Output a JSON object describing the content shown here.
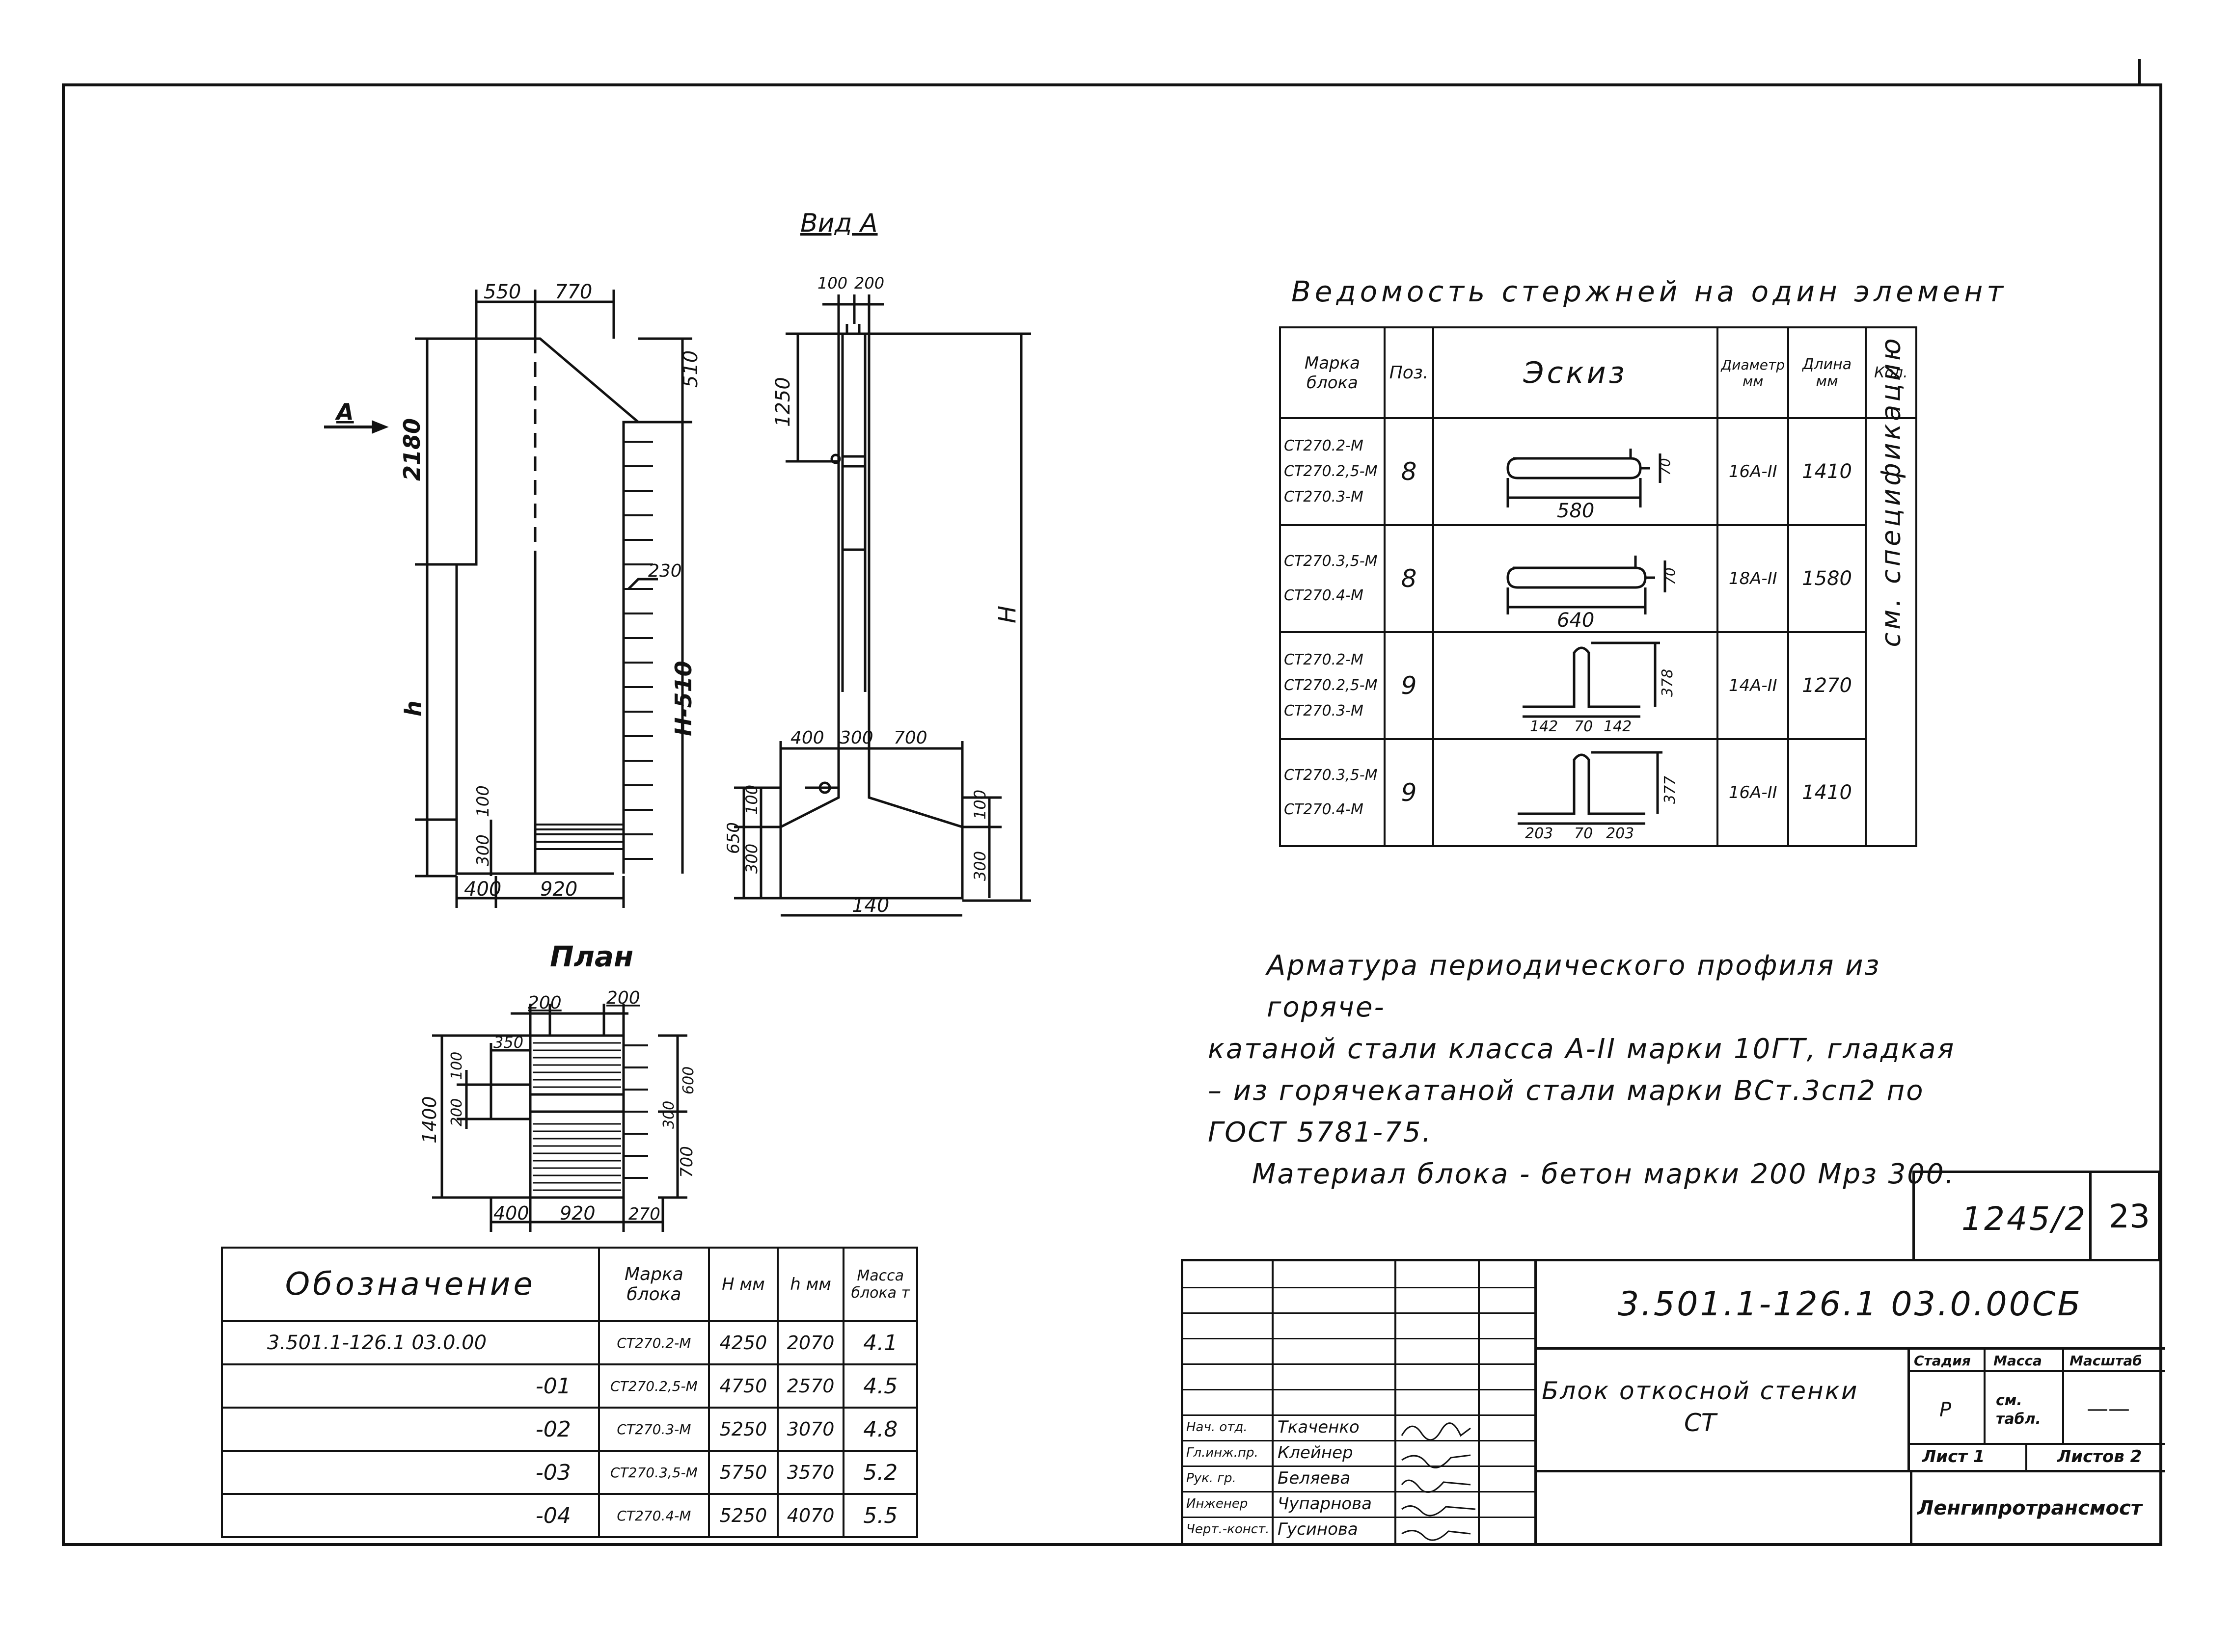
{
  "page_no": "23",
  "archive_no": "1245/2",
  "drawings": {
    "side": {
      "dims": {
        "d550": "550",
        "d770": "770",
        "d510": "510",
        "d2180": "2180",
        "dh": "h",
        "dh510": "H-510",
        "d100": "100",
        "d300": "300",
        "d400": "400",
        "d920": "920",
        "d230": "230"
      },
      "arrow_label": "A"
    },
    "view_a": {
      "title": "Вид А",
      "dims": {
        "d100": "100",
        "d200": "200",
        "d1250": "1250",
        "dH": "H",
        "d400": "400",
        "d300a": "300",
        "d700": "700",
        "d650": "650",
        "d100a": "100",
        "d300b": "300",
        "d100b": "100",
        "d300c": "300",
        "d140": "140"
      }
    },
    "plan": {
      "title": "План",
      "dims": {
        "d200a": "200",
        "d200b": "200",
        "d350": "350",
        "d1400": "1400",
        "d100": "100",
        "d200c": "200",
        "d300": "300",
        "d600": "600",
        "d700": "700",
        "d400": "400",
        "d920": "920",
        "d270": "270"
      }
    }
  },
  "rebar_schedule": {
    "title": "Ведомость стержней на один элемент",
    "headers": {
      "mark": "Марка блока",
      "pos": "Поз.",
      "sketch": "Эскиз",
      "diam": "Диаметр мм",
      "len": "Длина мм",
      "qty": "Кол."
    },
    "qty_note": "см. спецификацию",
    "rows": [
      {
        "marks": [
          "СТ270.2-М",
          "СТ270.2,5-М",
          "СТ270.3-М"
        ],
        "pos": "8",
        "diam": "16А-II",
        "len": "1410",
        "sketch_dims": [
          "580",
          "70"
        ]
      },
      {
        "marks": [
          "СТ270.3,5-М",
          "СТ270.4-М"
        ],
        "pos": "8",
        "diam": "18А-II",
        "len": "1580",
        "sketch_dims": [
          "640",
          "70"
        ]
      },
      {
        "marks": [
          "СТ270.2-М",
          "СТ270.2,5-М",
          "СТ270.3-М"
        ],
        "pos": "9",
        "diam": "14А-II",
        "len": "1270",
        "sketch_dims": [
          "142",
          "70",
          "142",
          "378"
        ]
      },
      {
        "marks": [
          "СТ270.3,5-М",
          "СТ270.4-М"
        ],
        "pos": "9",
        "diam": "16А-II",
        "len": "1410",
        "sketch_dims": [
          "203",
          "70",
          "203",
          "377"
        ]
      }
    ]
  },
  "notes": [
    "Арматура периодического профиля из горяче-",
    "катаной стали класса А-II марки 10ГТ, гладкая",
    "– из горячекатаной стали марки ВСт.3сп2 по",
    "ГОСТ 5781-75.",
    "Материал блока - бетон марки 200 Мрз 300."
  ],
  "designation_table": {
    "headers": {
      "designation": "Обозначение",
      "mark": "Марка блока",
      "H": "H мм",
      "h": "h мм",
      "mass": "Масса блока т"
    },
    "rows": [
      {
        "designation": "3.501.1-126.1  03.0.00",
        "mark": "СТ270.2-М",
        "H": "4250",
        "h": "2070",
        "mass": "4.1"
      },
      {
        "designation": "-01",
        "mark": "СТ270.2,5-М",
        "H": "4750",
        "h": "2570",
        "mass": "4.5"
      },
      {
        "designation": "-02",
        "mark": "СТ270.3-М",
        "H": "5250",
        "h": "3070",
        "mass": "4.8"
      },
      {
        "designation": "-03",
        "mark": "СТ270.3,5-М",
        "H": "5750",
        "h": "3570",
        "mass": "5.2"
      },
      {
        "designation": "-04",
        "mark": "СТ270.4-М",
        "H": "5250",
        "h": "4070",
        "mass": "5.5"
      }
    ]
  },
  "title_block": {
    "code": "3.501.1-126.1  03.0.00СБ",
    "name_line1": "Блок откосной стенки",
    "name_line2": "СТ",
    "stage_label": "Стадия",
    "mass_label": "Масса",
    "scale_label": "Масштаб",
    "stage": "Р",
    "mass": "см. табл.",
    "scale": "——",
    "sheet": "Лист 1",
    "sheets": "Листов 2",
    "org": "Ленгипротрансмост",
    "staff": [
      {
        "role": "Нач. отд.",
        "name": "Ткаченко"
      },
      {
        "role": "Гл.инж.пр.",
        "name": "Клейнер"
      },
      {
        "role": "Рук. гр.",
        "name": "Беляева"
      },
      {
        "role": "Инженер",
        "name": "Чупарнова"
      },
      {
        "role": "Черт.-конст.",
        "name": "Гусинова"
      }
    ]
  }
}
